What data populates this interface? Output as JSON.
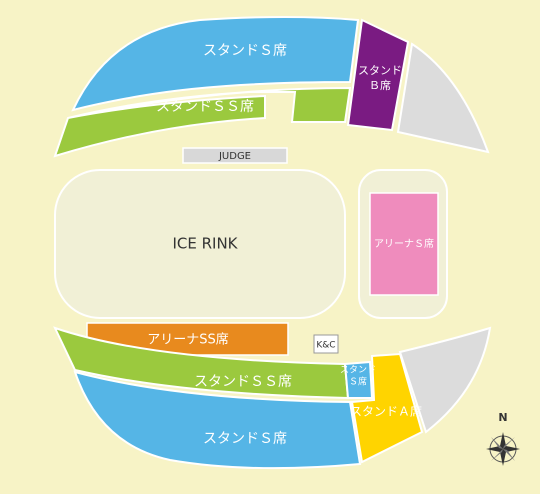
{
  "colors": {
    "background": "#f7f3c6",
    "stand_s": "#55b5e6",
    "stand_ss": "#9bc93e",
    "stand_b": "#7a1b82",
    "stand_a": "#ffd400",
    "unused": "#dcdcdc",
    "arena_s": "#ef8cbd",
    "arena_ss": "#e88a1e",
    "rink": "#f1f0d6",
    "judge": "#d8d8d8"
  },
  "labels": {
    "top_stand_s": "スタンドＳ席",
    "top_stand_ss": "スタンドＳＳ席",
    "stand_b_line1": "スタンド",
    "stand_b_line2": "Ｂ席",
    "judge": "JUDGE",
    "ice_rink": "ICE RINK",
    "arena_s": "アリーナＳ席",
    "arena_ss": "アリーナSS席",
    "kc": "K&C",
    "bottom_stand_ss": "スタンドＳＳ席",
    "small_stand_s_line1": "スタンド",
    "small_stand_s_line2": "Ｓ席",
    "stand_a": "スタンドＡ席",
    "bottom_stand_s": "スタンドＳ席",
    "compass_n": "N"
  }
}
